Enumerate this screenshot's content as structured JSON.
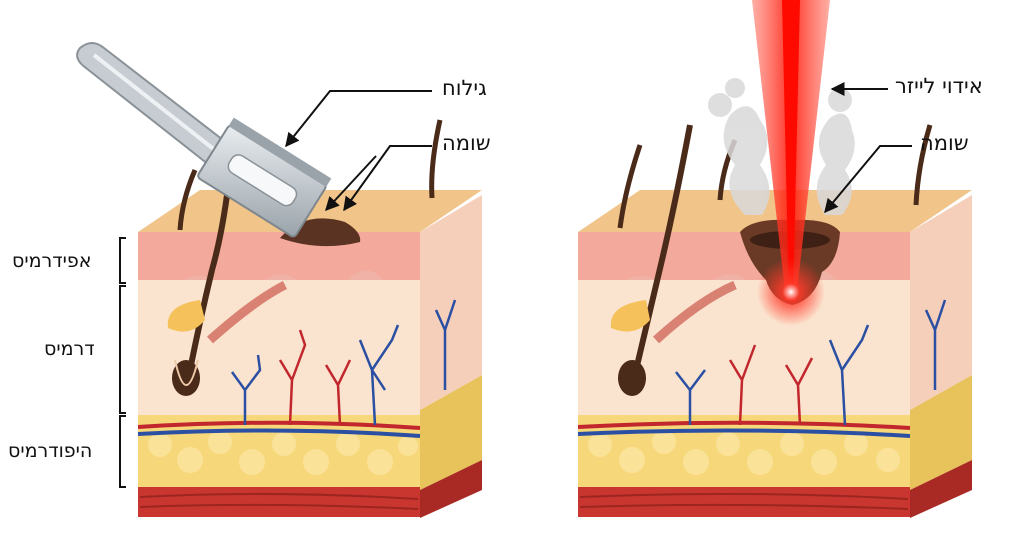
{
  "left_panel": {
    "callouts": {
      "shaving": "גילוח",
      "mole": "שומה"
    },
    "layer_labels": {
      "epidermis": "אפידרמיס",
      "dermis": "דרמיס",
      "hypodermis": "היפודרמיס"
    }
  },
  "right_panel": {
    "callouts": {
      "laser": "אידוי לייזר",
      "mole": "שומה"
    }
  },
  "colors": {
    "epidermis_top": "#f1c48a",
    "epidermis_pink": "#f0b2a6",
    "dermis": "#fbe4cf",
    "fat": "#f6d77a",
    "muscle": "#c9362f",
    "artery": "#c1272d",
    "vein": "#2b4fa3",
    "mole": "#5a3322",
    "hair": "#4a2a18",
    "laser": "#ff2a1a"
  },
  "icons": [
    "razor-icon",
    "laser-beam-icon",
    "smoke-icon"
  ]
}
